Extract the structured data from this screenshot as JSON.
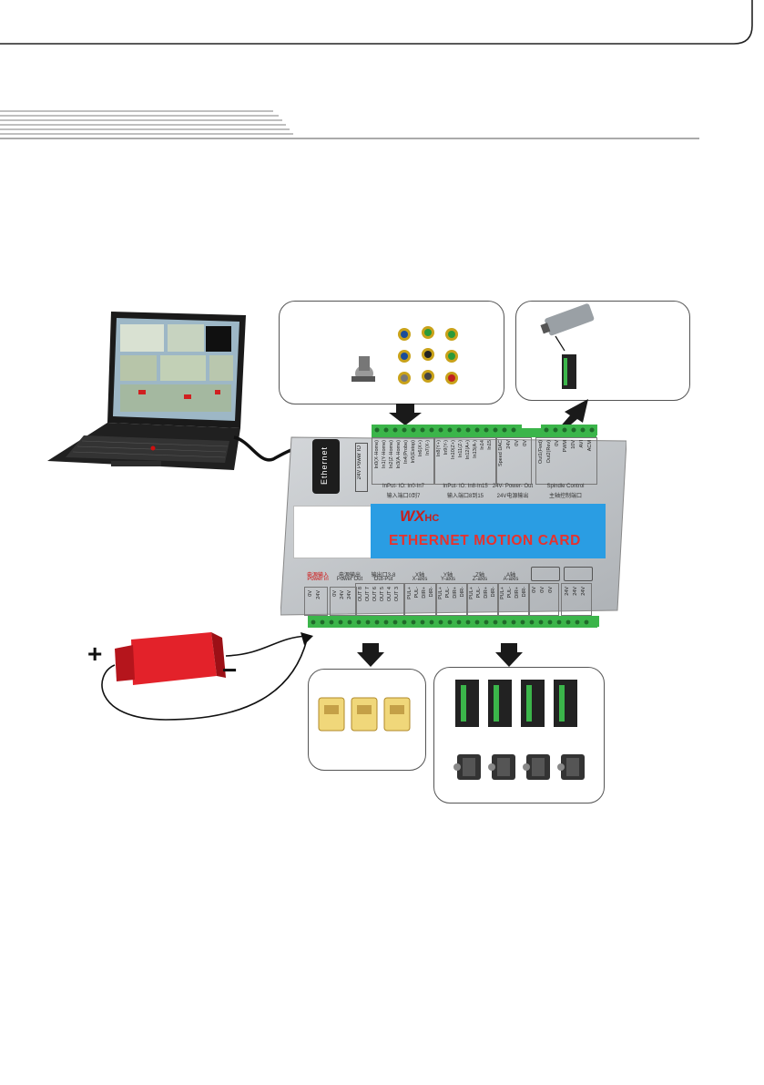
{
  "board": {
    "ethernet_label": "Ethernet",
    "power_label": "24V Power IO",
    "brand_logo": "WX",
    "brand_logo_sub": "HC",
    "brand_title": "ETHERNET MOTION CARD",
    "inputs_low": {
      "pins": [
        "In0(X-Home)",
        "In1(Y-Home)",
        "In2(Z-Home)",
        "In3(A-Home)",
        "In4(Probe)",
        "In5(Estop)",
        "In6(X+)",
        "In7(X-)"
      ],
      "caption": "InPut- IO: In0-In7",
      "caption_cn": "输入端口0到7"
    },
    "inputs_high": {
      "pins": [
        "In8(Y+)",
        "In9(Y-)",
        "In10(Z+)",
        "In11(Z-)",
        "In12(A+)",
        "In13(A-)",
        "In14",
        "In15"
      ],
      "caption": "InPut- IO: In8-In15",
      "caption_cn": "输入端口8到15"
    },
    "power_out": {
      "pins": [
        "Speed DAC",
        "24V",
        "0V",
        "0V"
      ],
      "caption": "24V- Power- Out",
      "caption_cn": "24V电源输出"
    },
    "spindle": {
      "pins": [
        "Out1(Fwd)",
        "Out2(Rev)",
        "0V",
        "PWM",
        "10V",
        "AVI",
        "ACM"
      ],
      "caption": "Spindle Control",
      "caption_cn": "主轴控制端口"
    },
    "bottom": {
      "power_in_cn": "电源输入",
      "power_in": "Power in",
      "power_out_cn": "电源输出",
      "power_out": "Power Out",
      "out_cn": "输出口3-8",
      "out": "Out-Put",
      "axes": [
        {
          "cn": "X轴",
          "name": "X-axis"
        },
        {
          "cn": "Y轴",
          "name": "Y-axis"
        },
        {
          "cn": "Z轴",
          "name": "Z-axis"
        },
        {
          "cn": "A轴",
          "name": "A-axis"
        }
      ],
      "power_in_pins": [
        "0V",
        "24V"
      ],
      "power_out_pins": [
        "0V",
        "24V",
        "24V"
      ],
      "out_pins": [
        "OUT 8",
        "OUT 7",
        "OUT 6",
        "OUT 5",
        "OUT 4",
        "OUT 3"
      ],
      "axis_pins": [
        "PUL+",
        "PUL-",
        "DIR+",
        "DIR-"
      ],
      "gnd_pins": [
        "0V",
        "0V",
        "0V"
      ],
      "v24_pins": [
        "24V",
        "24V",
        "24V"
      ]
    }
  },
  "power_supply": {
    "plus": "+",
    "minus": "−"
  },
  "colors": {
    "banner": "#2a9de3",
    "terminal_green": "#3bb54a",
    "brand_red": "#e8312c",
    "psu_red": "#e3222a"
  },
  "icons": [
    "laptop-icon",
    "switch-icon",
    "relay-icon",
    "stepper-driver-icon",
    "stepper-motor-icon",
    "spindle-icon",
    "inverter-icon",
    "power-supply-icon",
    "arrow-down-icon",
    "arrow-up-icon"
  ]
}
